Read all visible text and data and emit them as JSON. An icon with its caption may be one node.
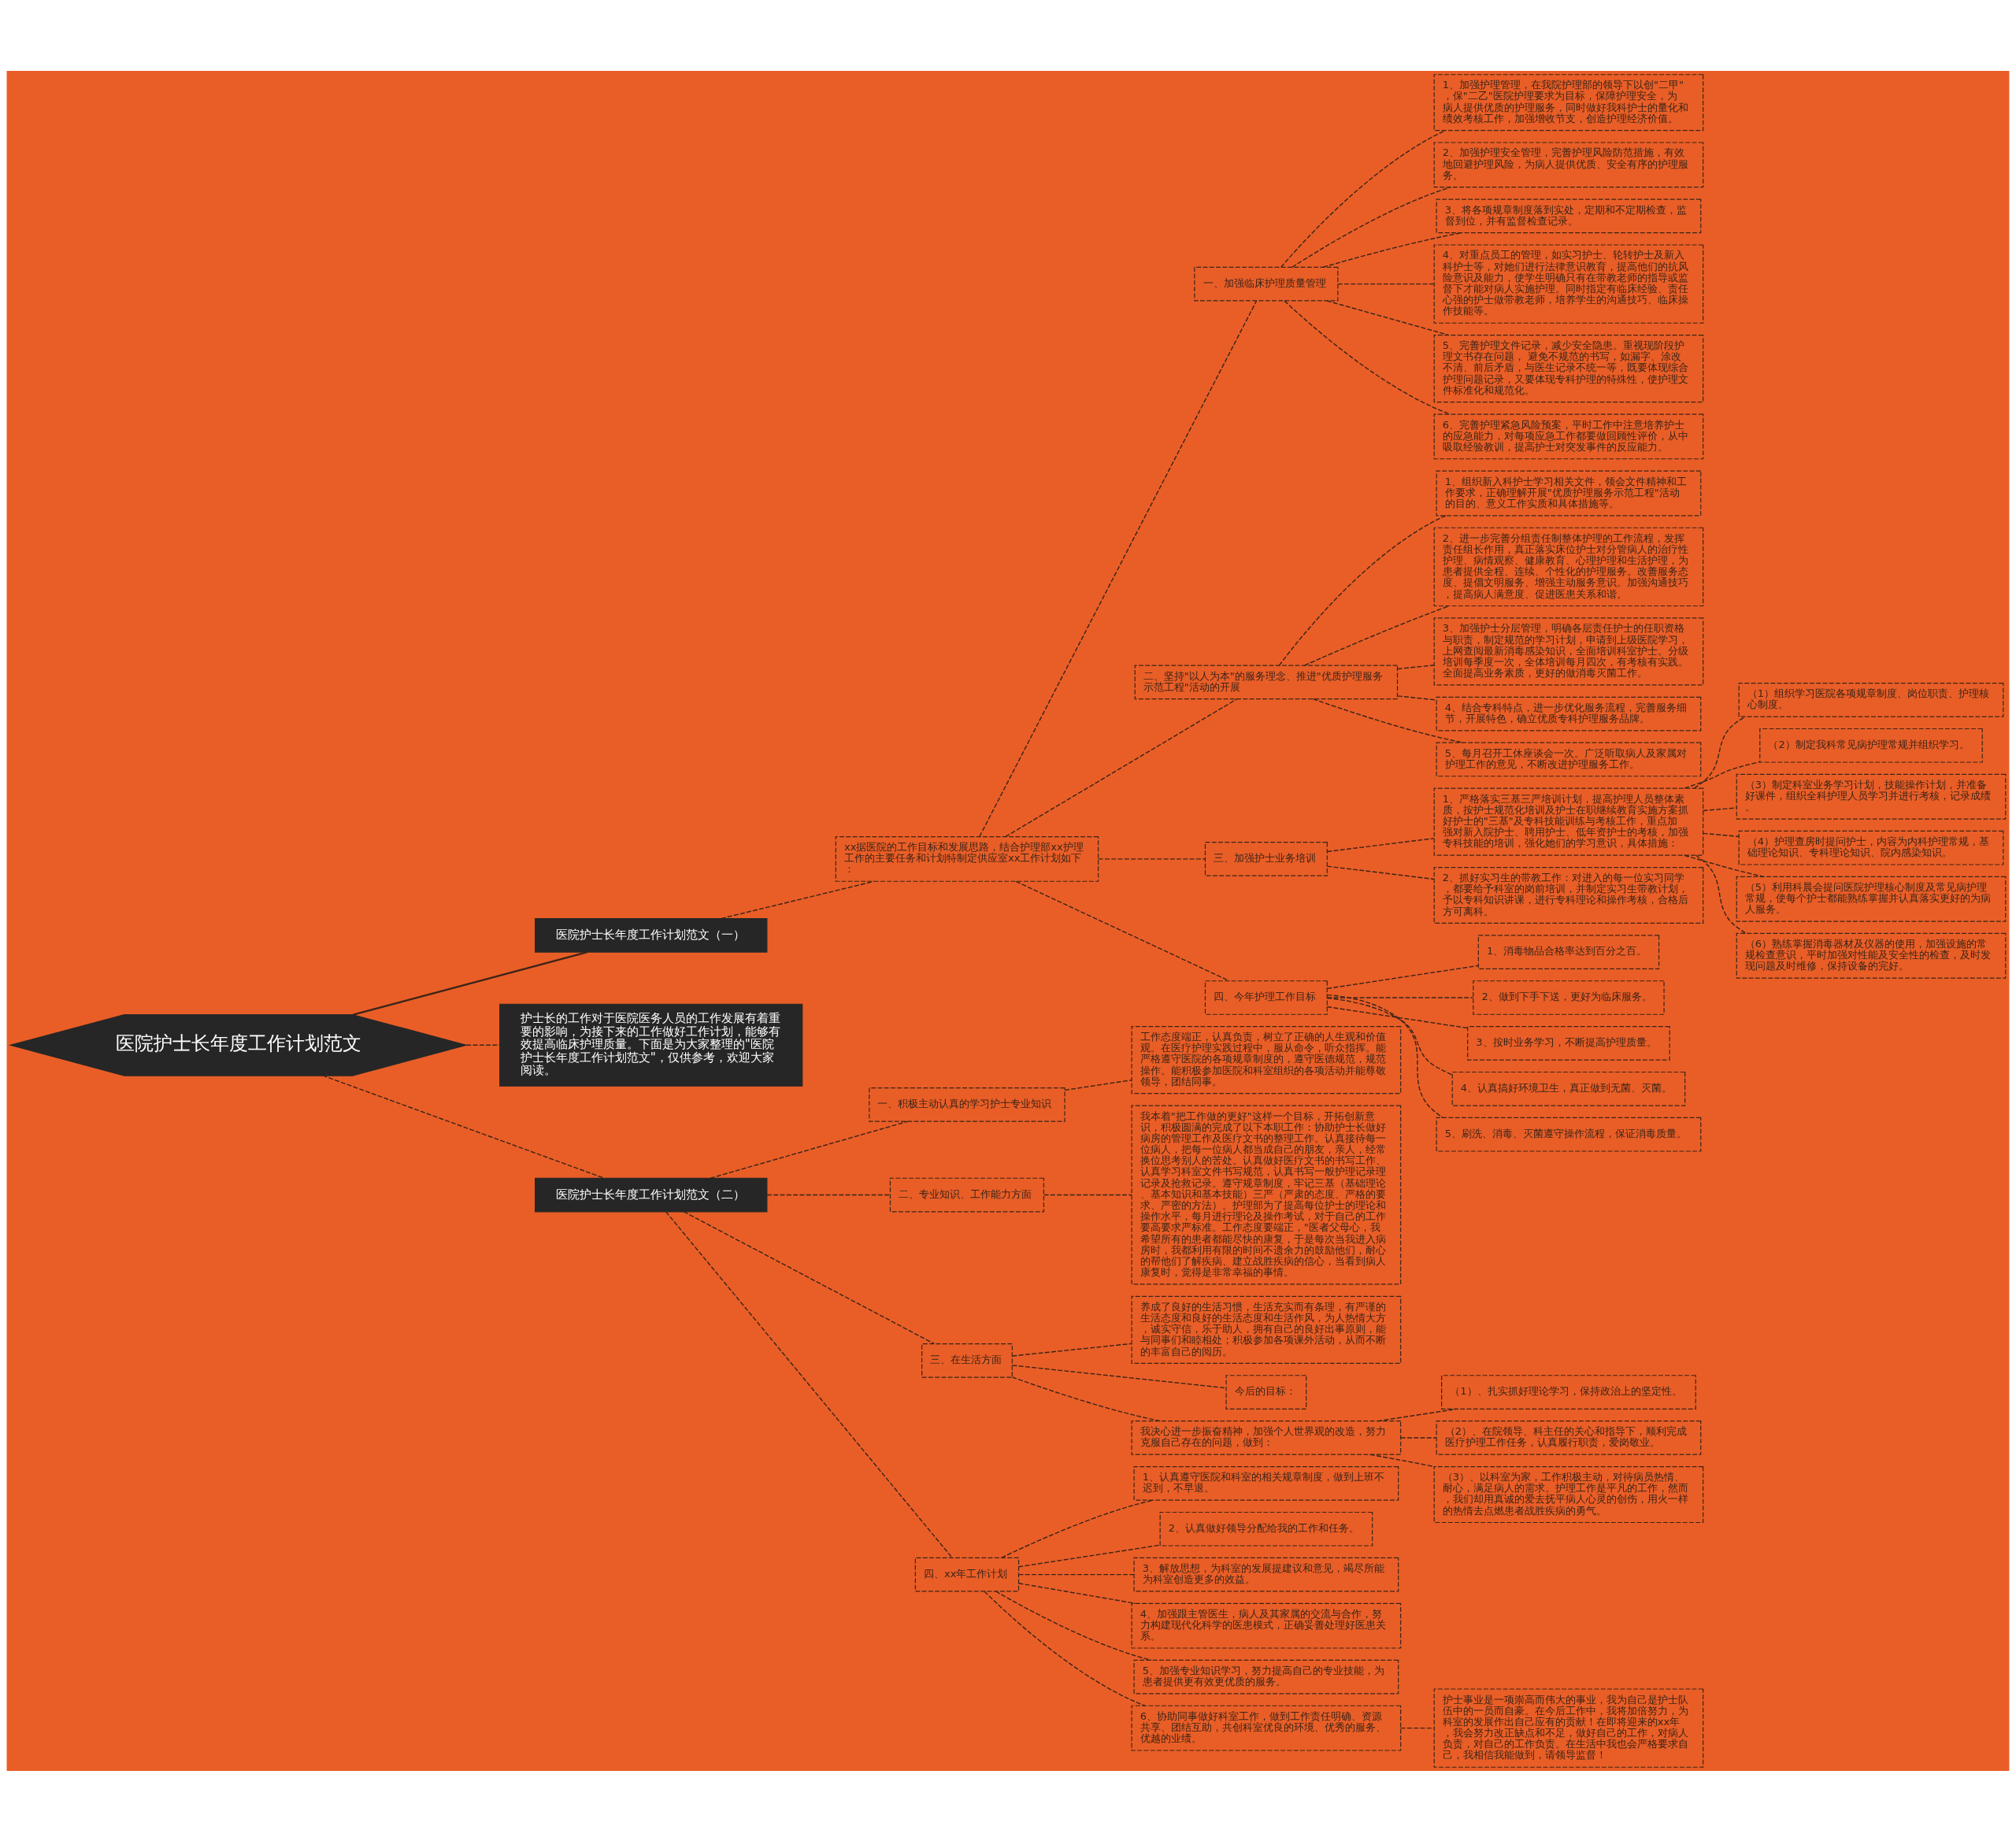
{
  "diagram": {
    "nodes": [
      {
        "text": [
          "医院护士长年度工作计划范文"
        ]
      },
      {
        "text": [
          "医院护士长年度工作计划范文（一）"
        ]
      },
      {
        "text": [
          "xx据医院的工作目标和发展思路，结合护理部xx护理工作的主要任务和计划特制定供应室xx工作计划如下："
        ]
      },
      {
        "text": [
          "一、加强临床护理质量管理"
        ]
      },
      {
        "text": [
          "1、加强护理管理，在我院护理部的领导下以创\"二甲\"，保\"二乙\"医院护理要求为目标，保障护理安全，为病人提供优质的护理服务，同时做好我科护士的量化和绩效考核工作，加强增收节支，创造护理经济价值。"
        ]
      },
      {
        "text": [
          "2、加强护理安全管理，完善护理风险防范措施，有效地回避护理风险，为病人提供优质、安全有序的护理服务。"
        ]
      },
      {
        "text": [
          "3、将各项规章制度落到实处，定期和不定期检查，监督到位，并有监督检查记录。"
        ]
      },
      {
        "text": [
          "4、对重点员工的管理，如实习护士、轮转护士及新入科护士等，对她们进行法律意识教育，提高他们的抗风险意识及能力，使学生明确只有在带教老师的指导或监督下才能对病人实施护理。同时指定有临床经验、责任心强的护士做带教老师，培养学生的沟通技巧、临床操作技能等。"
        ]
      },
      {
        "text": [
          "5、完善护理文件记录，减少安全隐患。重视现阶段护理文书存在问题， 避免不规范的书写，如漏字、涂改不清、前后矛盾，与医生记录不统一等，既要体现综合护理问题记录，又要体现专科护理的特殊性，使护理文件标准化和规范化。"
        ]
      },
      {
        "text": [
          "6、完善护理紧急风险预案，平时工作中注意培养护士的应急能力，对每项应急工作都要做回顾性评价，从中吸取经验教训，提高护士对突发事件的反应能力。"
        ]
      },
      {
        "text": [
          "二、坚持\"以人为本\"的服务理念、推进\"优质护理服务示范工程\"活动的开展"
        ]
      },
      {
        "text": [
          "1、组织新入科护士学习相关文件，领会文件精神和工作要求，正确理解开展\"优质护理服务示范工程\"活动的目的、意义工作实质和具体措施等。"
        ]
      },
      {
        "text": [
          "2、进一步完善分组责任制整体护理的工作流程，发挥责任组长作用，真正落实床位护士对分管病人的治疗性护理、病情观察、健康教育、心理护理和生活护理，为患者提供全程、连续、个性化的护理服务。改善服务态度、提倡文明服务、增强主动服务意识。加强沟通技巧，提高病人满意度、促进医患关系和谐。"
        ]
      },
      {
        "text": [
          "3、加强护士分层管理，明确各层责任护士的任职资格与职责，制定规范的学习计划，申请到上级医院学习，上网查阅最新消毒感染知识，全面培训科室护士。分级培训每季度一次，全体培训每月四次，有考核有实践。全面提高业务素质，更好的做消毒灭菌工作。"
        ]
      },
      {
        "text": [
          "4、结合专科特点，进一步优化服务流程，完善服务细节，开展特色，确立优质专科护理服务品牌。"
        ]
      },
      {
        "text": [
          "5、每月召开工休座谈会一次。广泛听取病人及家属对护理工作的意见，不断改进护理服务工作。"
        ]
      },
      {
        "text": [
          "三、加强护士业务培训"
        ]
      },
      {
        "text": [
          "1、严格落实三基三严培训计划，提高护理人员整体素质，按护士规范化培训及护士在职继续教育实施方案抓好护士的\"三基\"及专科技能训练与考核工作，重点加强对新入院护士、聘用护士、低年资护士的考核，加强专科技能的培训，强化她们的学习意识，具体措施："
        ]
      },
      {
        "text": [
          "（1）组织学习医院各项规章制度、岗位职责、护理核心制度。"
        ]
      },
      {
        "text": [
          "（2）制定我科常见病护理常规并组织学习。"
        ]
      },
      {
        "text": [
          "（3）制定科室业务学习计划，技能操作计划，并准备好课件，组织全科护理人员学习并进行考核，记录成绩。"
        ]
      },
      {
        "text": [
          "（4）护理查房时提问护士，内容为内科护理常规，基础理论知识、专科理论知识、院内感染知识。"
        ]
      },
      {
        "text": [
          "（5）利用科晨会提问医院护理核心制度及常见病护理常规，使每个护士都能熟练掌握并认真落实更好的为病人服务。"
        ]
      },
      {
        "text": [
          "（6）熟练掌握消毒器材及仪器的使用，加强设施的常规检查意识，平时加强对性能及安全性的检查，及时发现问题及时维修，保持设备的完好。"
        ]
      },
      {
        "text": [
          "2、抓好实习生的带教工作：对进入的每一位实习同学，都要给予科室的岗前培训，并制定实习生带教计划，予以专科知识讲课，进行专科理论和操作考核，合格后方可离科。"
        ]
      },
      {
        "text": [
          "四、今年护理工作目标"
        ]
      },
      {
        "text": [
          "1、消毒物品合格率达到百分之百。"
        ]
      },
      {
        "text": [
          "2、做到下手下送，更好为临床服务。"
        ]
      },
      {
        "text": [
          "3、按时业务学习，不断提高护理质量。"
        ]
      },
      {
        "text": [
          "4、认真搞好环境卫生，真正做到无菌、灭菌。"
        ]
      },
      {
        "text": [
          "5、刷洗、消毒、灭菌遵守操作流程，保证消毒质量。"
        ]
      },
      {
        "text": [
          "护士长的工作对于医院医务人员的工作发展有着重要的影响，为接下来的工作做好工作计划，能够有效提高临床护理质量。下面是为大家整理的\"医院护士长年度工作计划范文\"，仅供参考，欢迎大家阅读。"
        ]
      },
      {
        "text": [
          "医院护士长年度工作计划范文（二）"
        ]
      },
      {
        "text": [
          "一、积极主动认真的学习护士专业知识"
        ]
      },
      {
        "text": [
          "工作态度端正，认真负责，树立了正确的人生观和价值观。在医疗护理实践过程中，服从命令，听众指挥。能严格遵守医院的各项规章制度的，遵守医德规范，规范操作。能积极参加医院和科室组织的各项活动并能尊敬领导，团结同事。"
        ]
      },
      {
        "text": [
          "二、专业知识、工作能力方面"
        ]
      },
      {
        "text": [
          "我本着\"把工作做的更好\"这样一个目标，开拓创新意识，积极圆满的完成了以下本职工作：协助护士长做好病房的管理工作及医疗文书的整理工作。认真接待每一位病人，把每一位病人都当成自己的朋友，亲人，经常换位思考别人的苦处。认真做好医疗文书的书写工作、认真学习科室文件书写规范，认真书写一般护理记录理记录及抢救记录。遵守规章制度，牢记三基（基础理论、基本知识和基本技能）三严（严肃的态度、严格的要求、严密的方法）。护理部为了提高每位护士的理论和操作水平，每月进行理论及操作考试，对于自己的工作要高要求严标准。工作态度要端正，\"医者父母心，我希望所有的患者都能尽快的康复，于是每次当我进入病房时，我都利用有限的时间不遗余力的鼓励他们，耐心的帮他们了解疾病、建立战胜疾病的信心，当看到病人康复时，觉得是非常幸福的事情。"
        ]
      },
      {
        "text": [
          "三、在生活方面"
        ]
      },
      {
        "text": [
          "养成了良好的生活习惯，生活充实而有条理，有严谨的生活态度和良好的生活态度和生活作风，为人热情大方，诚实守信，乐于助人，拥有自己的良好出事原则，能与同事们和睦相处；积极参加各项课外活动，从而不断的丰富自己的阅历。"
        ]
      },
      {
        "text": [
          "今后的目标："
        ]
      },
      {
        "text": [
          "我决心进一步振奋精神，加强个人世界观的改造，努力克服自己存在的问题，做到："
        ]
      },
      {
        "text": [
          "（1）、扎实抓好理论学习，保持政治上的坚定性。"
        ]
      },
      {
        "text": [
          "（2）、在院领导、科主任的关心和指导下，顺利完成医疗护理工作任务，认真履行职责，爱岗敬业。"
        ]
      },
      {
        "text": [
          "（3）、以科室为家，工作积极主动，对待病员热情、耐心，满足病人的需求。护理工作是平凡的工作，然而，我们却用真诚的爱去抚平病人心灵的创伤，用火一样的热情去点燃患者战胜疾病的勇气。"
        ]
      },
      {
        "text": [
          "四、xx年工作计划"
        ]
      },
      {
        "text": [
          "1、认真遵守医院和科室的相关规章制度，做到上班不迟到，不早退。"
        ]
      },
      {
        "text": [
          "2、认真做好领导分配给我的工作和任务。"
        ]
      },
      {
        "text": [
          "3、解放思想，为科室的发展提建议和意见，竭尽所能为科室创造更多的效益。"
        ]
      },
      {
        "text": [
          "4、加强跟主管医生，病人及其家属的交流与合作，努力构建现代化科学的医患模式，正确妥善处理好医患关系。"
        ]
      },
      {
        "text": [
          "5、加强专业知识学习，努力提高自己的专业技能，为患者提供更有效更优质的服务。"
        ]
      },
      {
        "text": [
          "6、协助同事做好科室工作，做到工作责任明确、资源共享、团结互助，共创科室优良的环境、优秀的服务、优越的业绩。"
        ]
      },
      {
        "text": [
          "护士事业是一项崇高而伟大的事业，我为自己是护士队伍中的一员而自豪。在今后工作中，我将加倍努力，为科室的发展作出自己应有的贡献！在即将迎来的xx年，我会努力改正缺点和不足，做好自己的工作，对病人负责，对自己的工作负责。在生活中我也会严格要求自己，我相信我能做到，请领导监督！"
        ]
      }
    ],
    "edges": [
      {
        "from": 0,
        "to": 1,
        "arrow": "none"
      },
      {
        "from": 1,
        "to": 2,
        "arrow": "none",
        "style": "dashed"
      },
      {
        "from": 2,
        "to": 3,
        "arrow": "none",
        "style": "dashed"
      },
      {
        "from": 3,
        "to": 4,
        "arrow": "none",
        "style": "dashed"
      },
      {
        "from": 3,
        "to": 5,
        "arrow": "none",
        "style": "dashed"
      },
      {
        "from": 3,
        "to": 6,
        "arrow": "none",
        "style": "dashed"
      },
      {
        "from": 3,
        "to": 7,
        "arrow": "none",
        "style": "dashed"
      },
      {
        "from": 3,
        "to": 8,
        "arrow": "none",
        "style": "dashed"
      },
      {
        "from": 3,
        "to": 9,
        "arrow": "none",
        "style": "dashed"
      },
      {
        "from": 2,
        "to": 10,
        "arrow": "none",
        "style": "dashed"
      },
      {
        "from": 10,
        "to": 11,
        "arrow": "none",
        "style": "dashed"
      },
      {
        "from": 10,
        "to": 12,
        "arrow": "none",
        "style": "dashed"
      },
      {
        "from": 10,
        "to": 13,
        "arrow": "none",
        "style": "dashed"
      },
      {
        "from": 10,
        "to": 14,
        "arrow": "none",
        "style": "dashed"
      },
      {
        "from": 10,
        "to": 15,
        "arrow": "none",
        "style": "dashed"
      },
      {
        "from": 2,
        "to": 16,
        "arrow": "none",
        "style": "dashed"
      },
      {
        "from": 16,
        "to": 17,
        "arrow": "none",
        "style": "dashed"
      },
      {
        "from": 17,
        "to": 18,
        "arrow": "none",
        "style": "dashed"
      },
      {
        "from": 17,
        "to": 19,
        "arrow": "none",
        "style": "dashed"
      },
      {
        "from": 17,
        "to": 20,
        "arrow": "none",
        "style": "dashed"
      },
      {
        "from": 17,
        "to": 21,
        "arrow": "none",
        "style": "dashed"
      },
      {
        "from": 17,
        "to": 22,
        "arrow": "none",
        "style": "dashed"
      },
      {
        "from": 17,
        "to": 23,
        "arrow": "none",
        "style": "dashed"
      },
      {
        "from": 16,
        "to": 24,
        "arrow": "none",
        "style": "dashed"
      },
      {
        "from": 2,
        "to": 25,
        "arrow": "none",
        "style": "dashed"
      },
      {
        "from": 25,
        "to": 26,
        "arrow": "none",
        "style": "dashed"
      },
      {
        "from": 25,
        "to": 27,
        "arrow": "none",
        "style": "dashed"
      },
      {
        "from": 25,
        "to": 28,
        "arrow": "none",
        "style": "dashed"
      },
      {
        "from": 25,
        "to": 29,
        "arrow": "none",
        "style": "dashed"
      },
      {
        "from": 25,
        "to": 30,
        "arrow": "none",
        "style": "dashed"
      },
      {
        "from": 0,
        "to": 31,
        "arrow": "none",
        "style": "dashed"
      },
      {
        "from": 0,
        "to": 32,
        "arrow": "none",
        "style": "dashed"
      },
      {
        "from": 32,
        "to": 33,
        "arrow": "none",
        "style": "dashed"
      },
      {
        "from": 33,
        "to": 34,
        "arrow": "none",
        "style": "dashed"
      },
      {
        "from": 32,
        "to": 35,
        "arrow": "none",
        "style": "dashed"
      },
      {
        "from": 35,
        "to": 36,
        "arrow": "none",
        "style": "dashed"
      },
      {
        "from": 32,
        "to": 37,
        "arrow": "none",
        "style": "dashed"
      },
      {
        "from": 37,
        "to": 38,
        "arrow": "none",
        "style": "dashed"
      },
      {
        "from": 37,
        "to": 39,
        "arrow": "none",
        "style": "dashed"
      },
      {
        "from": 37,
        "to": 40,
        "arrow": "none",
        "style": "dashed"
      },
      {
        "from": 40,
        "to": 41,
        "arrow": "none",
        "style": "dashed"
      },
      {
        "from": 40,
        "to": 42,
        "arrow": "none",
        "style": "dashed"
      },
      {
        "from": 40,
        "to": 43,
        "arrow": "none",
        "style": "dashed"
      },
      {
        "from": 32,
        "to": 44,
        "arrow": "none",
        "style": "dashed"
      },
      {
        "from": 44,
        "to": 45,
        "arrow": "none",
        "style": "dashed"
      },
      {
        "from": 44,
        "to": 46,
        "arrow": "none",
        "style": "dashed"
      },
      {
        "from": 44,
        "to": 47,
        "arrow": "none",
        "style": "dashed"
      },
      {
        "from": 44,
        "to": 48,
        "arrow": "none",
        "style": "dashed"
      },
      {
        "from": 44,
        "to": 49,
        "arrow": "none",
        "style": "dashed"
      },
      {
        "from": 44,
        "to": 50,
        "arrow": "none",
        "style": "dashed"
      },
      {
        "from": 50,
        "to": 51,
        "arrow": "none",
        "style": "dashed"
      }
    ]
  }
}
